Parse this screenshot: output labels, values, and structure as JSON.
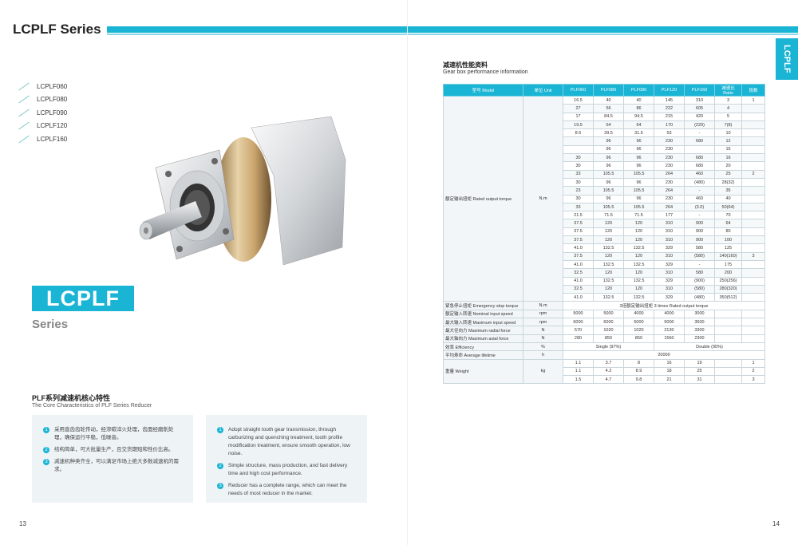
{
  "header": {
    "title": "LCPLF Series",
    "side_tab": "LCPLF"
  },
  "models": [
    "LCPLF060",
    "LCPLF080",
    "LCPLF090",
    "LCPLF120",
    "LCPLF160"
  ],
  "brand": {
    "name": "LCPLF",
    "sub": "Series"
  },
  "features": {
    "title": "PLF系列减速机核心特性",
    "subtitle": "The Core Characteristics of PLF Series Reducer",
    "cn": [
      {
        "n": "1",
        "text": "采用直齿齿轮传动，经渗碳淬火处理，齿面经磨削处理，确保运行平稳，低噪音。"
      },
      {
        "n": "2",
        "text": "结构简单，可大批量生产，且交货期短和性价比高。"
      },
      {
        "n": "3",
        "text": "减速机种类齐全，可以满足市场上绝大多数减速机的需求。"
      }
    ],
    "en": [
      {
        "n": "1",
        "text": "Adopt straight tooth gear transmission, through carburizing and quenching treatment, tooth profile modification treatment, ensure smooth operation, low noise."
      },
      {
        "n": "2",
        "text": "Simple structure, mass production, and fast delivery time and high cost performance."
      },
      {
        "n": "3",
        "text": "Reducer has a complete range, which can meet the needs of most reducer in the market."
      }
    ]
  },
  "pages": {
    "left": "13",
    "right": "14"
  },
  "table": {
    "title": "减速机性能资料",
    "subtitle": "Gear box performance information",
    "headers": [
      "型号 Model",
      "单位 Unit",
      "PLF060",
      "PLF080",
      "PLF090",
      "PLF120",
      "PLF160",
      "减速比 Ratio",
      "段数"
    ],
    "torque_label": "额定输出扭矩 Rated output torque",
    "torque_unit": "N.m",
    "torque_rows": [
      [
        "16.5",
        "40",
        "40",
        "145",
        "310",
        "3",
        "1"
      ],
      [
        "27",
        "56",
        "86",
        "222",
        "605",
        "4",
        ""
      ],
      [
        "17",
        "84.5",
        "94.5",
        "215",
        "420",
        "5",
        ""
      ],
      [
        "19.5",
        "54",
        "64",
        "170",
        "(220)",
        "7(8)",
        ""
      ],
      [
        "8.5",
        "39.5",
        "31.5",
        "53",
        "-",
        "10",
        ""
      ],
      [
        "",
        "96",
        "96",
        "230",
        "680",
        "12",
        ""
      ],
      [
        "",
        "96",
        "96",
        "230",
        "",
        "15",
        ""
      ],
      [
        "30",
        "96",
        "96",
        "230",
        "680",
        "16",
        ""
      ],
      [
        "30",
        "96",
        "96",
        "230",
        "680",
        "20",
        ""
      ],
      [
        "33",
        "105.5",
        "105.5",
        "264",
        "460",
        "25",
        "2"
      ],
      [
        "30",
        "96",
        "96",
        "230",
        "(480)",
        "28(32)",
        ""
      ],
      [
        "23",
        "105.5",
        "105.5",
        "264",
        "-",
        "35",
        ""
      ],
      [
        "30",
        "96",
        "96",
        "230",
        "460",
        "40",
        ""
      ],
      [
        "33",
        "105.5",
        "105.5",
        "264",
        "(3.0)",
        "50(64)",
        ""
      ],
      [
        "21.5",
        "71.5",
        "71.5",
        "177",
        "-",
        "70",
        ""
      ],
      [
        "37.5",
        "120",
        "120",
        "310",
        "900",
        "64",
        ""
      ],
      [
        "37.5",
        "120",
        "120",
        "310",
        "900",
        "80",
        ""
      ],
      [
        "37.5",
        "120",
        "120",
        "310",
        "900",
        "100",
        ""
      ],
      [
        "41.0",
        "132.5",
        "132.5",
        "329",
        "580",
        "125",
        ""
      ],
      [
        "37.5",
        "120",
        "120",
        "310",
        "(580)",
        "140(160)",
        "3"
      ],
      [
        "41.0",
        "132.5",
        "132.5",
        "329",
        "-",
        "175",
        ""
      ],
      [
        "32.5",
        "120",
        "120",
        "310",
        "580",
        "200",
        ""
      ],
      [
        "41.0",
        "132.5",
        "132.5",
        "329",
        "(900)",
        "250(256)",
        ""
      ],
      [
        "32.5",
        "120",
        "120",
        "310",
        "(580)",
        "280(320)",
        ""
      ],
      [
        "41.0",
        "132.5",
        "132.5",
        "329",
        "(480)",
        "350(512)",
        ""
      ]
    ],
    "rows": [
      {
        "label": "紧急停止扭矩 Emergency stop torque",
        "unit": "N.m",
        "span": "3倍额定输出扭矩 3 times Rated output torque"
      },
      {
        "label": "额定输入转速 Nominal input speed",
        "unit": "rpm",
        "vals": [
          "5000",
          "5000",
          "4000",
          "4000",
          "3000"
        ]
      },
      {
        "label": "最大输入转速 Maximum input speed",
        "unit": "rpm",
        "vals": [
          "6000",
          "6000",
          "5000",
          "5000",
          "3500"
        ]
      },
      {
        "label": "最大径向力 Maximum radial force",
        "unit": "N",
        "vals": [
          "570",
          "1020",
          "1020",
          "2130",
          "3300"
        ]
      },
      {
        "label": "最大轴向力 Maximum axial force",
        "unit": "N",
        "vals": [
          "280",
          "850",
          "850",
          "1560",
          "2300"
        ]
      },
      {
        "label": "效率 Efficiency",
        "unit": "%",
        "eff1": "Single (97%)",
        "eff2": "Double (95%)"
      },
      {
        "label": "平均寿命 Average lifetime",
        "unit": "h",
        "span": "20000"
      }
    ],
    "weight_label": "重量 Weight",
    "weight_unit": "kg",
    "weight_rows": [
      [
        "1.1",
        "3.7",
        "8",
        "16",
        "19",
        "1"
      ],
      [
        "1.1",
        "4.2",
        "8.9",
        "18",
        "25",
        "2"
      ],
      [
        "1.5",
        "4.7",
        "9.8",
        "21",
        "31",
        "3"
      ]
    ]
  }
}
